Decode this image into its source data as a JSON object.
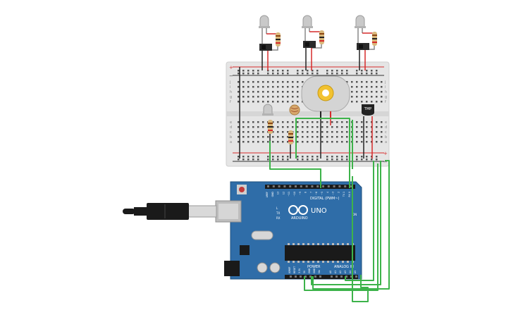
{
  "arduino": {
    "brand": "ARDUINO",
    "model": "UNO",
    "digital_header": "DIGITAL (PWM~)",
    "power_header": "POWER",
    "analog_header": "ANALOG IN",
    "tx_label": "TX",
    "rx_label": "RX",
    "l_label": "L",
    "on_label": "ON",
    "digital_pins": [
      "AREF",
      "GND",
      "13",
      "12",
      "~11",
      "~10",
      "~9",
      "8",
      "7",
      "~6",
      "~5",
      "4",
      "~3",
      "2",
      "TX 1",
      "RX 0"
    ],
    "power_pins": [
      "IOREF",
      "RESET",
      "3.3V",
      "5V",
      "GND",
      "GND",
      "Vin"
    ],
    "analog_pins": [
      "A0",
      "A1",
      "A2",
      "A3",
      "A4",
      "A5"
    ]
  },
  "breadboard": {
    "row_letters_top": [
      "j",
      "i",
      "h",
      "g",
      "f"
    ],
    "row_letters_bottom": [
      "e",
      "d",
      "c",
      "b",
      "a"
    ],
    "plus": "+",
    "minus": "−"
  },
  "components": {
    "sensor_label": "TMP"
  },
  "colors": {
    "board": "#2f6da8",
    "board_edge": "#1f507e",
    "breadboard": "#e5e5e5",
    "wire_green": "#3db34a",
    "wire_red": "#d62a2a",
    "wire_black": "#222222",
    "resistor": "#d9b77a",
    "led": "#c9c9c9",
    "motor": "#d4d4d4",
    "gear": "#f2c230"
  }
}
